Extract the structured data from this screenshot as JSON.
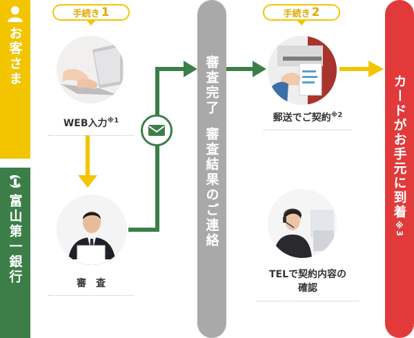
{
  "lanes": {
    "customer": "お客さま",
    "bank": "富山第一銀行"
  },
  "steps": {
    "step1": {
      "label": "手続き",
      "num": "1"
    },
    "step2": {
      "label": "手続き",
      "num": "2"
    }
  },
  "nodes": {
    "web_input": {
      "label": "WEB入力",
      "note": "※1"
    },
    "review": {
      "label": "審　査"
    },
    "mail_contract": {
      "label": "郵送でご契約",
      "note": "※2"
    },
    "tel_confirm": {
      "line1": "TELで契約内容の",
      "line2": "確認"
    }
  },
  "center_bar": {
    "line1": "審査完了",
    "line2": "審査結果のご連絡"
  },
  "right_bar": {
    "label": "カードがお手元に到着",
    "note": "※3"
  },
  "colors": {
    "yellow": "#f2c500",
    "green": "#3c7e48",
    "grey": "#a9a9a9",
    "red": "#e23a3a"
  },
  "icons": {
    "customer": "person-icon",
    "bank": "bank-logo-icon",
    "connector": "envelope-icon"
  }
}
